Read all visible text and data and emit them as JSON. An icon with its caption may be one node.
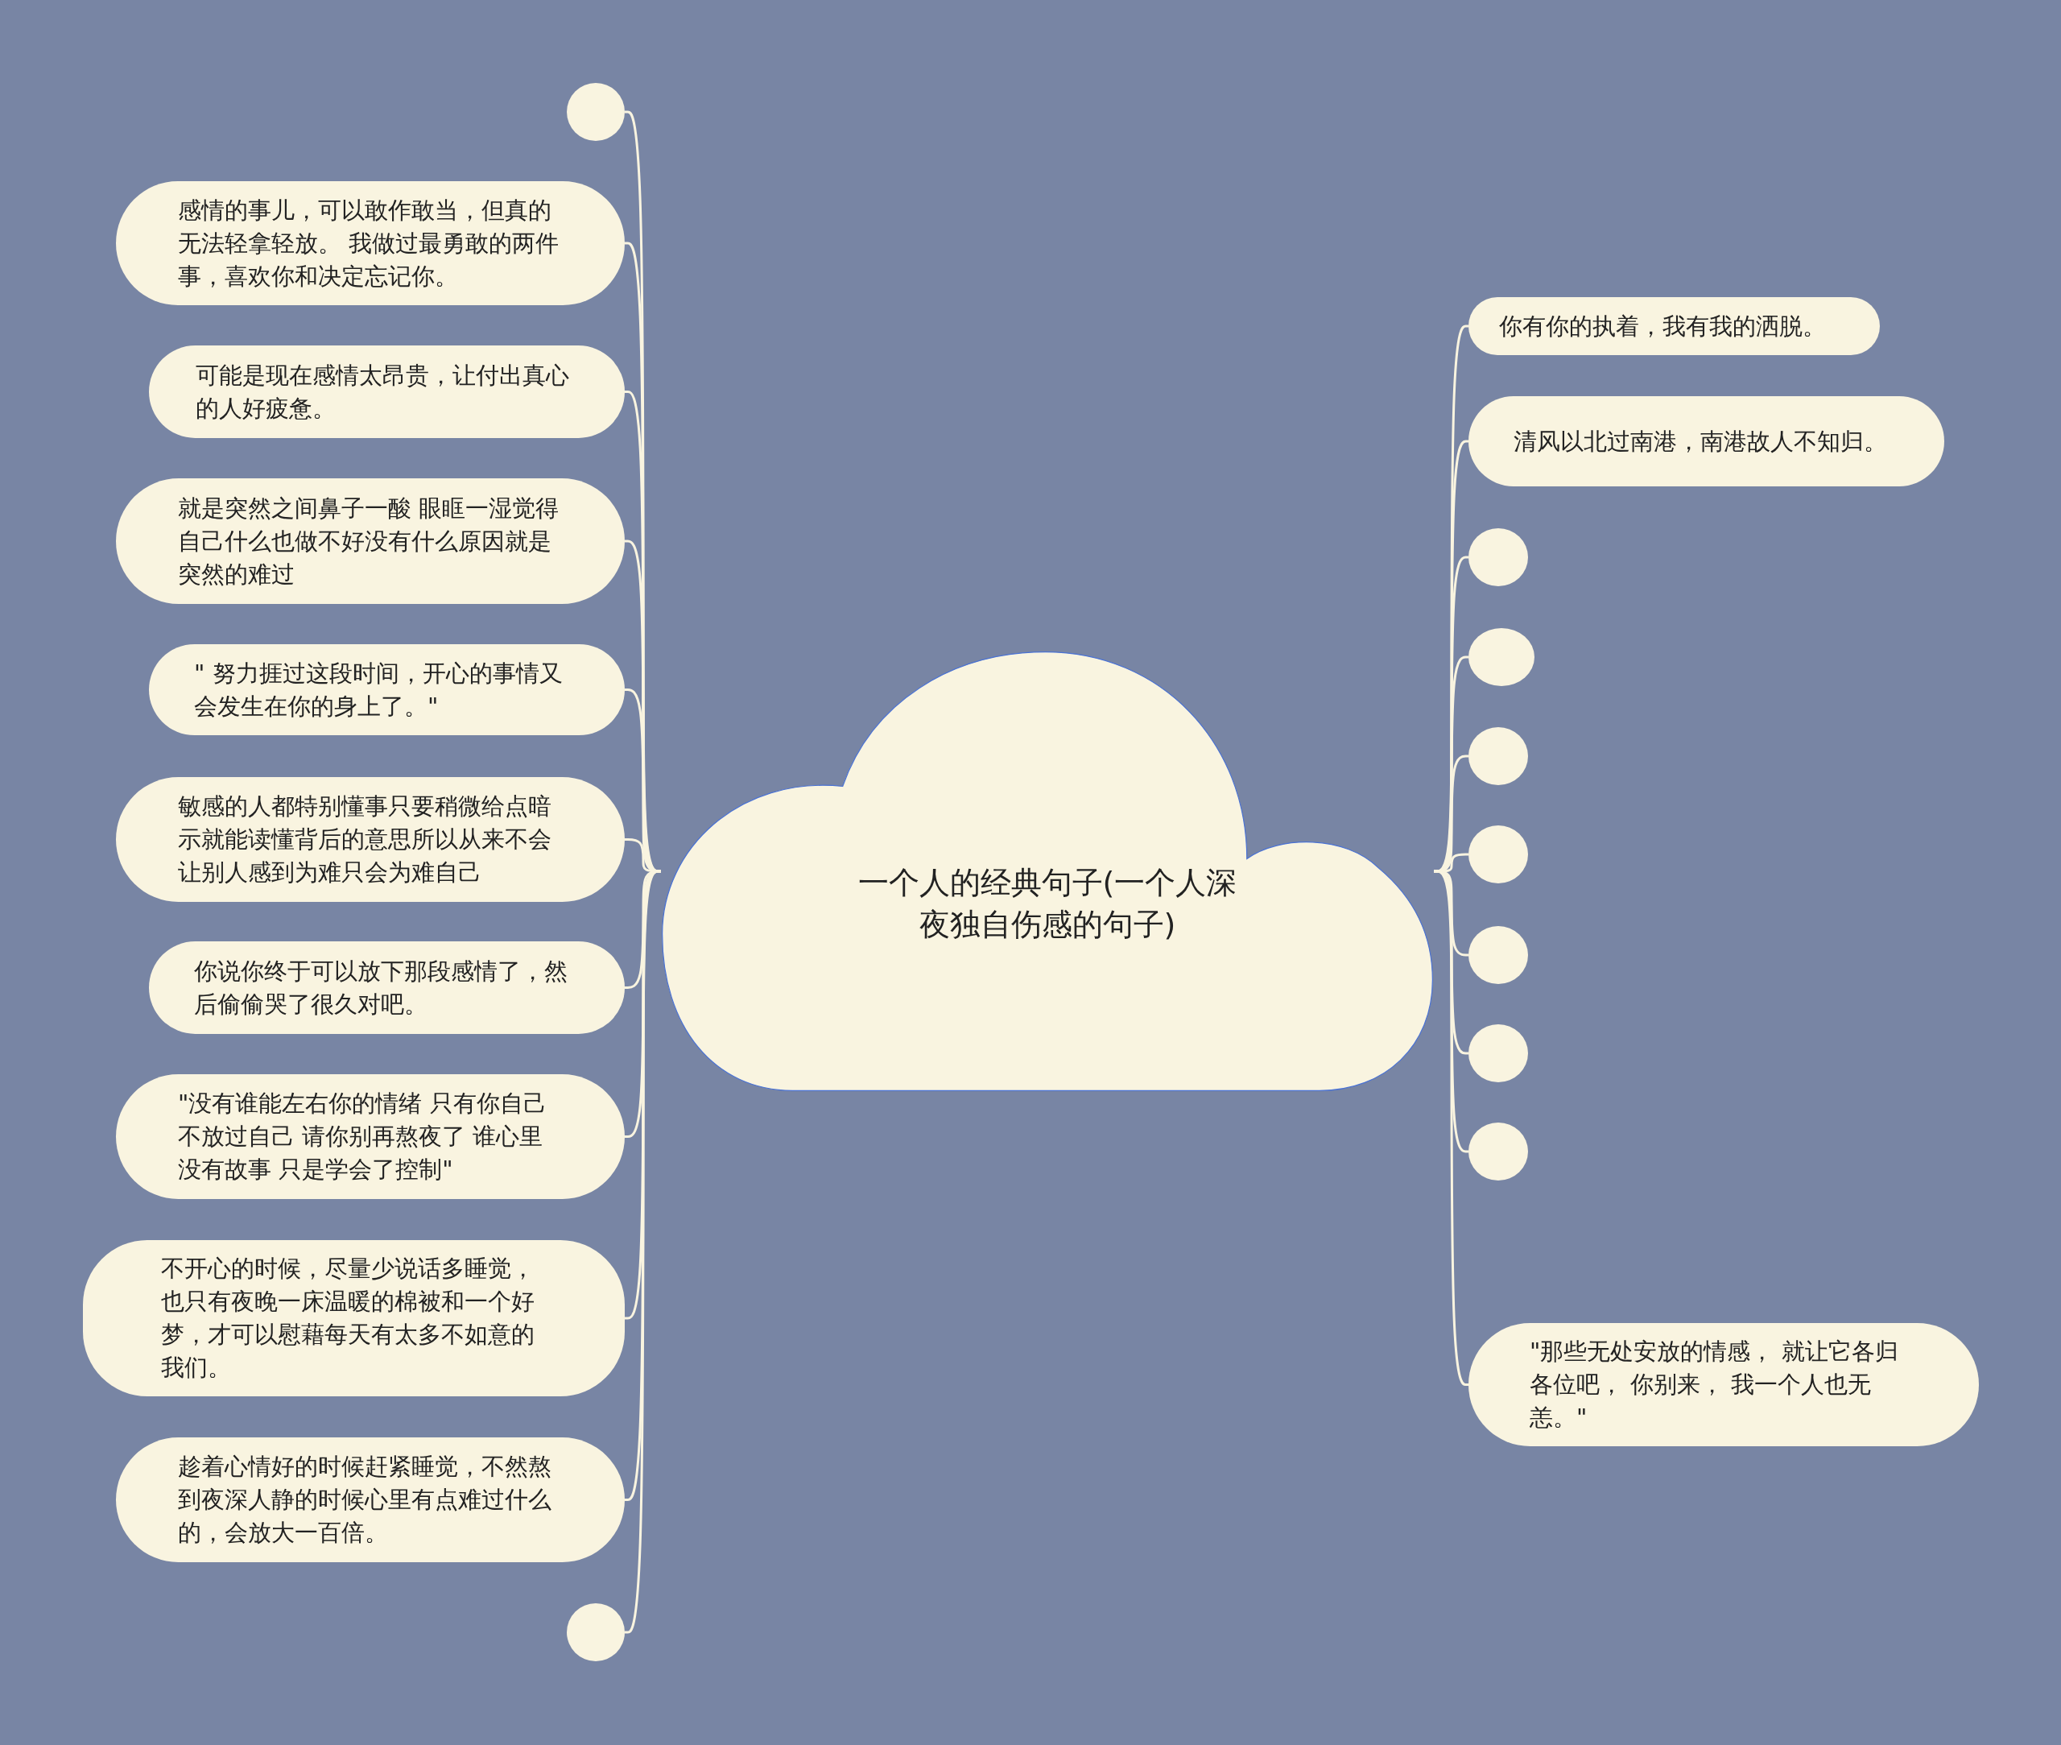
{
  "diagram": {
    "nodes": [
      {
        "text": [
          "一个人的经典句子(一个人深夜独自伤感的句子)"
        ]
      },
      {
        "text": [],
        "shape": "circle"
      },
      {
        "text": [
          "感情的事儿，可以敢作敢当，但真的无法轻拿轻放。 我做过最勇敢的两件事，喜欢你和决定忘记你。"
        ]
      },
      {
        "text": [
          "可能是现在感情太昂贵，让付出真心的人好疲惫。"
        ]
      },
      {
        "text": [
          "就是突然之间鼻子一酸 眼眶一湿觉得自己什么也做不好没有什么原因就是突然的难过"
        ]
      },
      {
        "text": [
          "\" 努力捱过这段时间，开心的事情又会发生在你的身上了。\""
        ]
      },
      {
        "text": [
          "敏感的人都特别懂事只要稍微给点暗示就能读懂背后的意思所以从来不会让别人感到为难只会为难自己"
        ]
      },
      {
        "text": [
          "你说你终于可以放下那段感情了，然后偷偷哭了很久对吧。"
        ]
      },
      {
        "text": [
          "\"没有谁能左右你的情绪 只有你自己不放过自己 请你别再熬夜了 谁心里没有故事  只是学会了控制\""
        ]
      },
      {
        "text": [
          "不开心的时候，尽量少说话多睡觉，也只有夜晚一床温暖的棉被和一个好梦，才可以慰藉每天有太多不如意的我们。"
        ]
      },
      {
        "text": [
          "趁着心情好的时候赶紧睡觉，不然熬到夜深人静的时候心里有点难过什么的，会放大一百倍。"
        ]
      },
      {
        "text": [],
        "shape": "circle"
      },
      {
        "text": [
          "你有你的执着，我有我的洒脱。"
        ]
      },
      {
        "text": [
          "清风以北过南港，南港故人不知归。"
        ]
      },
      {
        "text": [],
        "shape": "circle"
      },
      {
        "text": [],
        "shape": "circle"
      },
      {
        "text": [],
        "shape": "circle"
      },
      {
        "text": [],
        "shape": "circle"
      },
      {
        "text": [],
        "shape": "circle"
      },
      {
        "text": [],
        "shape": "circle"
      },
      {
        "text": [],
        "shape": "circle"
      },
      {
        "text": [
          "\"那些无处安放的情感， 就让它各归各位吧， 你别来， 我一个人也无恙。\""
        ]
      }
    ],
    "edges": [
      {
        "from": 0,
        "to": 1,
        "arrow": "none"
      },
      {
        "from": 0,
        "to": 2,
        "arrow": "none"
      },
      {
        "from": 0,
        "to": 3,
        "arrow": "none"
      },
      {
        "from": 0,
        "to": 4,
        "arrow": "none"
      },
      {
        "from": 0,
        "to": 5,
        "arrow": "none"
      },
      {
        "from": 0,
        "to": 6,
        "arrow": "none"
      },
      {
        "from": 0,
        "to": 7,
        "arrow": "none"
      },
      {
        "from": 0,
        "to": 8,
        "arrow": "none"
      },
      {
        "from": 0,
        "to": 9,
        "arrow": "none"
      },
      {
        "from": 0,
        "to": 10,
        "arrow": "none"
      },
      {
        "from": 0,
        "to": 11,
        "arrow": "none"
      },
      {
        "from": 0,
        "to": 12,
        "arrow": "none"
      },
      {
        "from": 0,
        "to": 13,
        "arrow": "none"
      },
      {
        "from": 0,
        "to": 14,
        "arrow": "none"
      },
      {
        "from": 0,
        "to": 15,
        "arrow": "none"
      },
      {
        "from": 0,
        "to": 16,
        "arrow": "none"
      },
      {
        "from": 0,
        "to": 17,
        "arrow": "none"
      },
      {
        "from": 0,
        "to": 18,
        "arrow": "none"
      },
      {
        "from": 0,
        "to": 19,
        "arrow": "none"
      },
      {
        "from": 0,
        "to": 20,
        "arrow": "none"
      },
      {
        "from": 0,
        "to": 21,
        "arrow": "none"
      }
    ]
  }
}
